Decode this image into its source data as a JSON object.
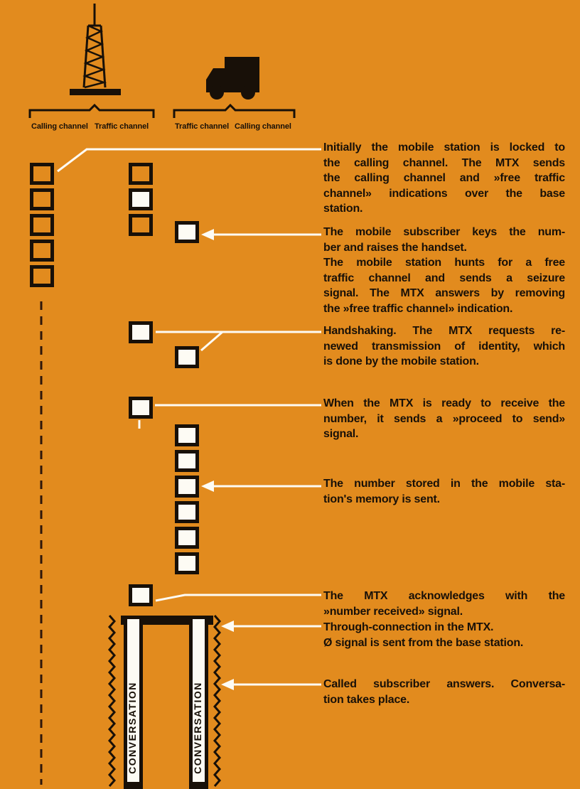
{
  "page": {
    "bg_color": "#e28b1e",
    "ink_color": "#181008",
    "paper_white": "#fdfbf4"
  },
  "base_station": {
    "icon": "radio-tower-icon",
    "channels": [
      "Calling channel",
      "Traffic channel"
    ]
  },
  "mobile_station": {
    "icon": "truck-icon",
    "channels": [
      "Traffic channel",
      "Calling channel"
    ]
  },
  "conversation": {
    "left_bar_label": "CONVERSATION",
    "right_bar_label": "CONVERSATION"
  },
  "annotations": [
    {
      "lines": [
        "Initially the mobile station is locked to",
        "the calling channel. The MTX sends",
        "the calling channel and »free traffic",
        "channel» indications over the base",
        "station."
      ]
    },
    {
      "lines": [
        "The mobile subscriber keys the num-",
        "ber and raises the handset.",
        "The mobile station hunts for a free",
        "traffic channel and sends a seizure",
        "signal. The MTX answers by removing",
        "the »free traffic channel» indication."
      ]
    },
    {
      "lines": [
        "Handshaking. The MTX requests re-",
        "newed transmission of identity, which",
        "is done by the mobile station."
      ]
    },
    {
      "lines": [
        "When the MTX is ready to receive the",
        "number, it sends a »proceed to send»",
        "signal."
      ]
    },
    {
      "lines": [
        "The number stored in the mobile sta-",
        "tion's memory is sent."
      ]
    },
    {
      "lines": [
        "The MTX acknowledges with the",
        "»number received» signal."
      ]
    },
    {
      "lines": [
        "Through-connection in the MTX.",
        "Ø signal is sent from the base station."
      ]
    },
    {
      "lines": [
        "Called subscriber answers. Conversa-",
        "tion takes place."
      ]
    }
  ]
}
